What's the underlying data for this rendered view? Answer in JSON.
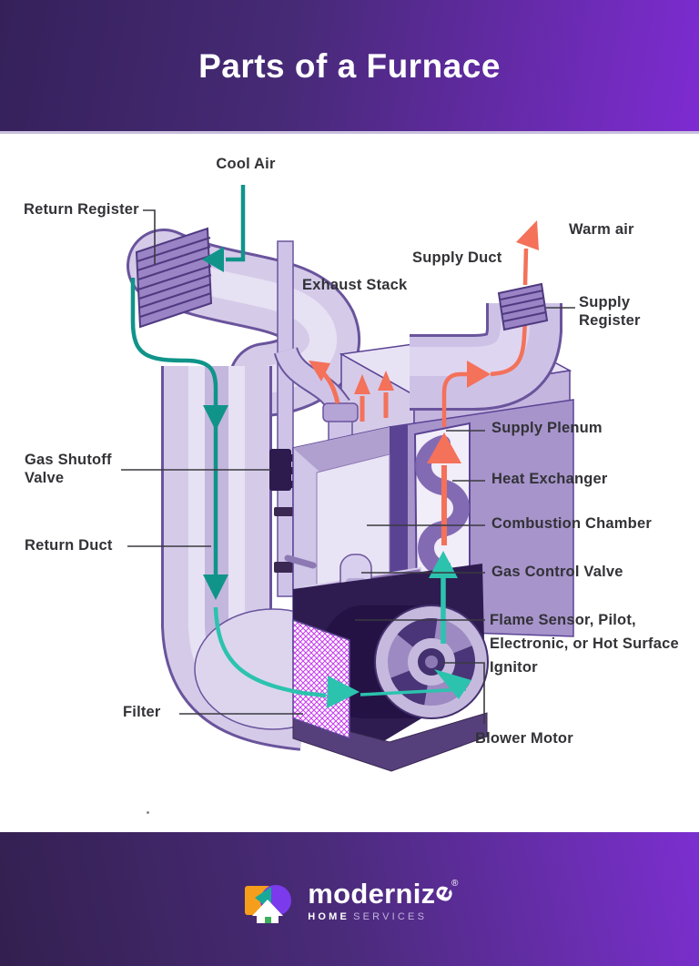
{
  "header": {
    "title": "Parts of a Furnace"
  },
  "diagram": {
    "labels": {
      "cool_air": "Cool Air",
      "return_register": "Return Register",
      "exhaust_stack": "Exhaust Stack",
      "supply_duct": "Supply Duct",
      "warm_air": "Warm air",
      "supply_register": {
        "line1": "Supply",
        "line2": "Register"
      },
      "supply_plenum": "Supply Plenum",
      "heat_exchanger": "Heat Exchanger",
      "combustion_chamber": "Combustion Chamber",
      "gas_control_valve": "Gas Control Valve",
      "flame_sensor": {
        "line1": "Flame Sensor, Pilot,",
        "line2": "Electronic, or Hot Surface",
        "line3": "Ignitor"
      },
      "gas_shutoff_valve": {
        "line1": "Gas Shutoff",
        "line2": "Valve"
      },
      "return_duct": "Return Duct",
      "filter": "Filter",
      "blower_motor": "Blower Motor"
    }
  },
  "footer": {
    "wordmark": "moderniz",
    "wordmark_e": "e",
    "registered": "®",
    "tagline_bold": "HOME",
    "tagline_light": "SERVICES"
  },
  "colors": {
    "header_dark": "#35215a",
    "header_bright": "#7e2bd2",
    "teal_dark": "#10948a",
    "teal_bright": "#2cc3ae",
    "orange": "#f4715a",
    "duct_fill": "#d5cbe9",
    "outline_purple": "#6a549c",
    "label_text": "#323237"
  }
}
